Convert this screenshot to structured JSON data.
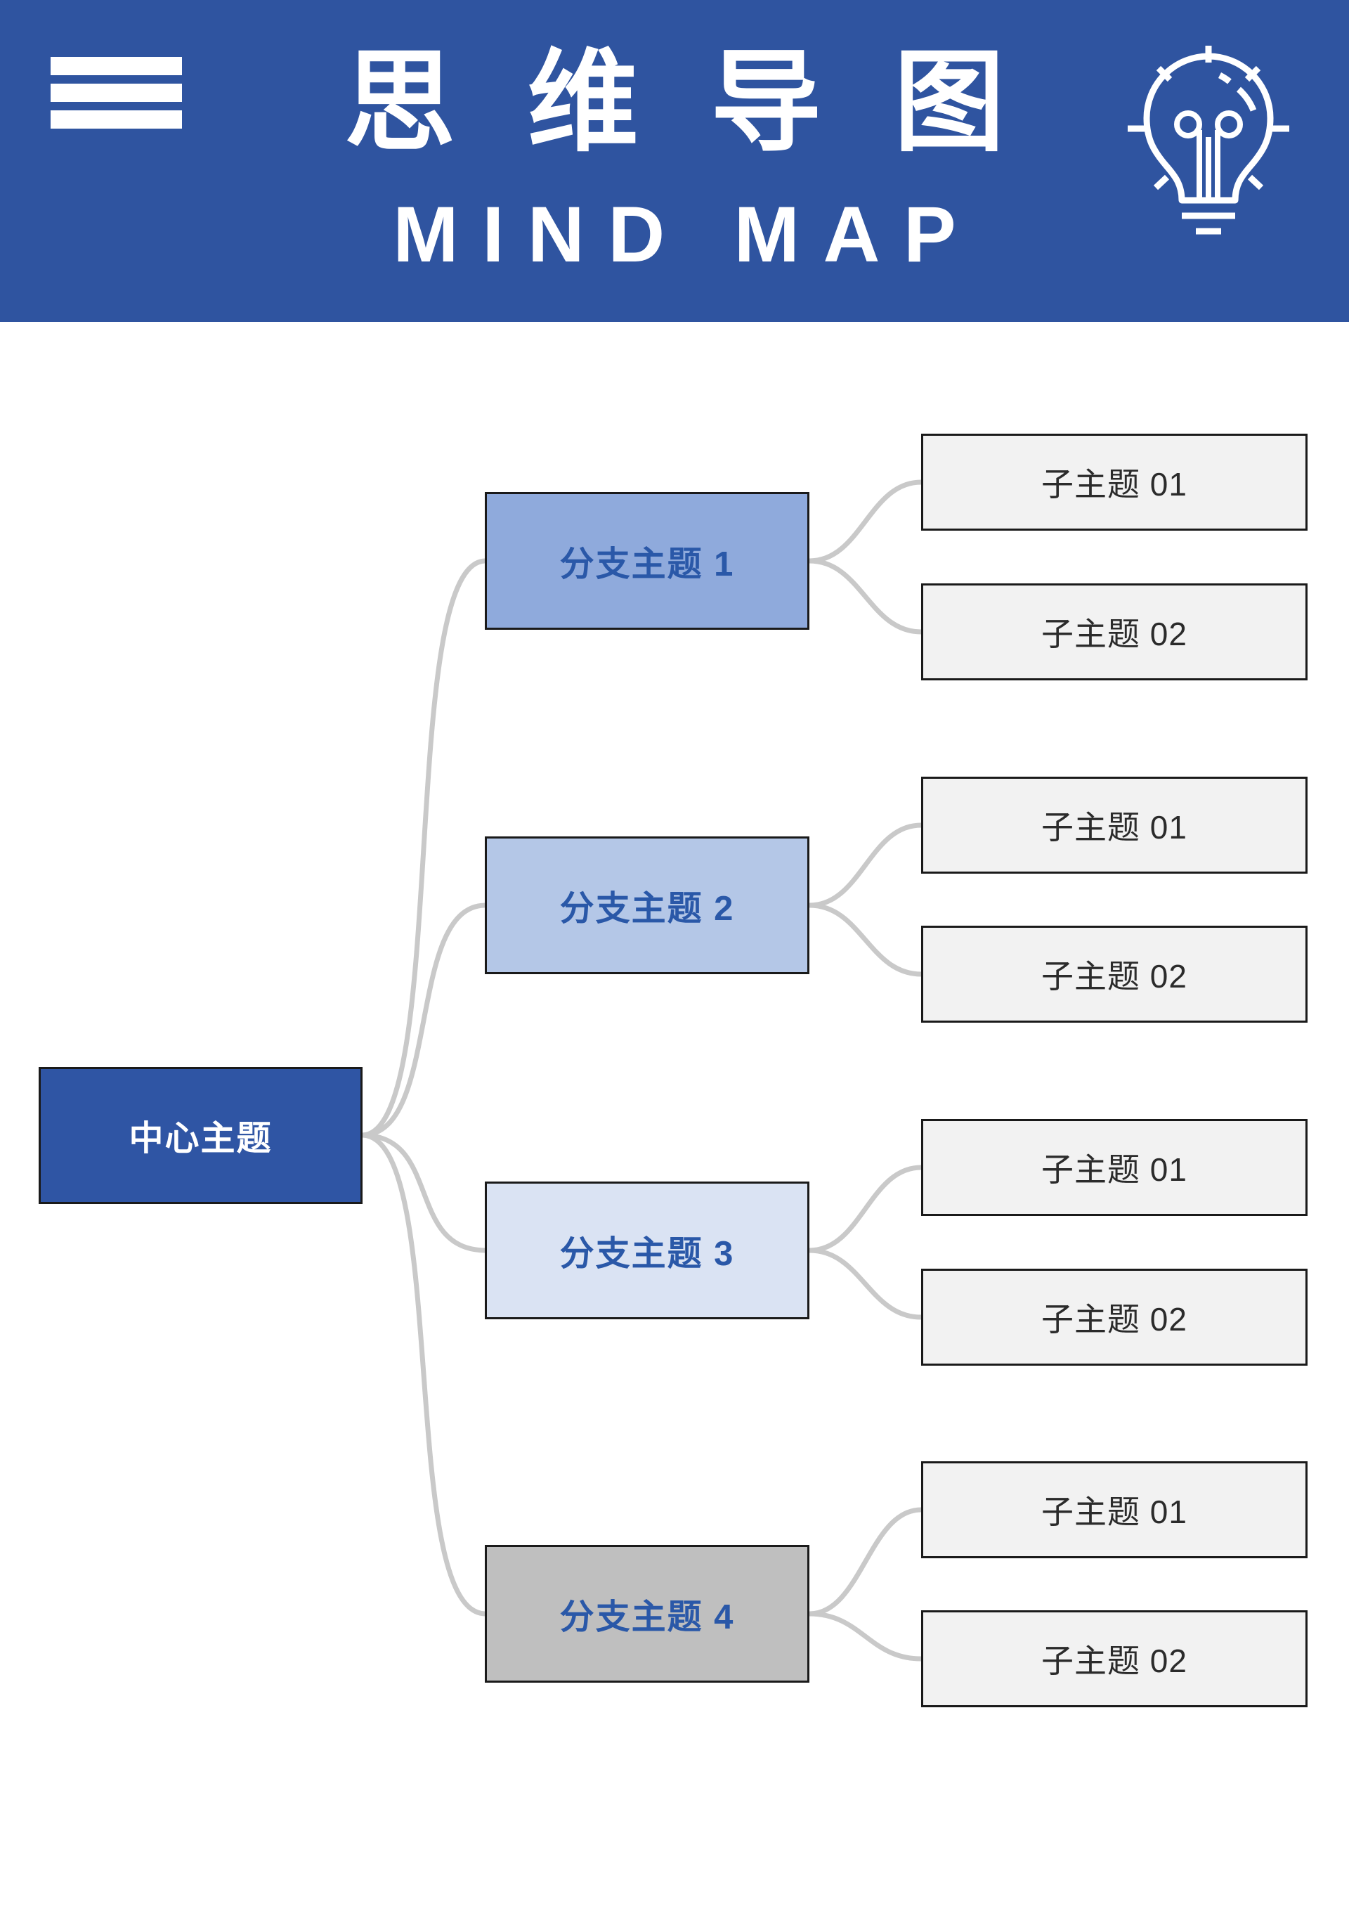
{
  "header": {
    "title_cn": "思维导图",
    "title_en": "MIND MAP",
    "menu_icon": "hamburger",
    "decor_icon": "lightbulb"
  },
  "colors": {
    "page_bg": "#FFFFFF",
    "header_bg": "#2F54A0",
    "center_fill": "#2F55A4",
    "center_text": "#FFFFFF",
    "branch_text": "#2A58A8",
    "branch_fills": [
      "#8FAADC",
      "#B4C7E7",
      "#DAE3F3",
      "#BFBFBF"
    ],
    "sub_fill": "#F2F2F2",
    "sub_text": "#2B2B2B",
    "node_border": "#1A1A1A",
    "connector": "#C9C9C9"
  },
  "mindmap": {
    "central": {
      "label": "中心主题"
    },
    "branches": [
      {
        "label": "分支主题 1",
        "children": [
          {
            "label": "子主题 01"
          },
          {
            "label": "子主题 02"
          }
        ]
      },
      {
        "label": "分支主题 2",
        "children": [
          {
            "label": "子主题 01"
          },
          {
            "label": "子主题 02"
          }
        ]
      },
      {
        "label": "分支主题 3",
        "children": [
          {
            "label": "子主题 01"
          },
          {
            "label": "子主题 02"
          }
        ]
      },
      {
        "label": "分支主题 4",
        "children": [
          {
            "label": "子主题 01"
          },
          {
            "label": "子主题 02"
          }
        ]
      }
    ]
  }
}
